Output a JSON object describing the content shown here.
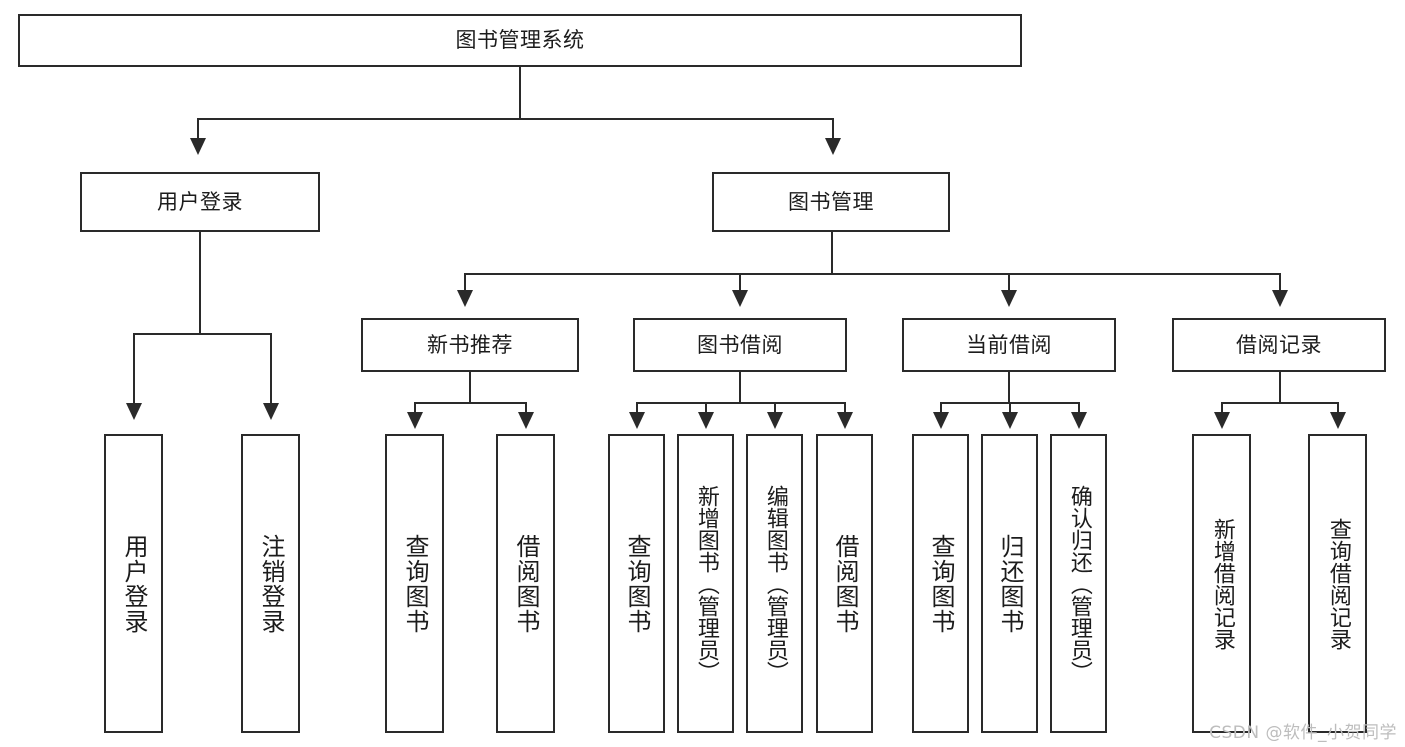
{
  "diagram": {
    "title": "图书管理系统",
    "type": "tree-hierarchy",
    "watermark": "CSDN @软件_小贺同学",
    "colors": {
      "box_border": "#2a2a2a",
      "box_fill": "#ffffff",
      "text": "#1c1c1c",
      "connector": "#2a2a2a",
      "watermark": "#bdbdbd",
      "background": "#ffffff"
    },
    "root": {
      "label": "图书管理系统"
    },
    "level2": [
      {
        "label": "用户登录"
      },
      {
        "label": "图书管理"
      }
    ],
    "level3": [
      {
        "label": "新书推荐"
      },
      {
        "label": "图书借阅"
      },
      {
        "label": "当前借阅"
      },
      {
        "label": "借阅记录"
      }
    ],
    "leaves": {
      "user_login": [
        {
          "label": "用户登录"
        },
        {
          "label": "注销登录"
        }
      ],
      "new_book_recommend": [
        {
          "label": "查询图书"
        },
        {
          "label": "借阅图书"
        }
      ],
      "book_borrow": [
        {
          "label": "查询图书"
        },
        {
          "label": "新增图书（管理员）"
        },
        {
          "label": "编辑图书（管理员）"
        },
        {
          "label": "借阅图书"
        }
      ],
      "current_borrow": [
        {
          "label": "查询图书"
        },
        {
          "label": "归还图书"
        },
        {
          "label": "确认归还（管理员）"
        }
      ],
      "borrow_record": [
        {
          "label": "新增借阅记录"
        },
        {
          "label": "查询借阅记录"
        }
      ]
    }
  }
}
